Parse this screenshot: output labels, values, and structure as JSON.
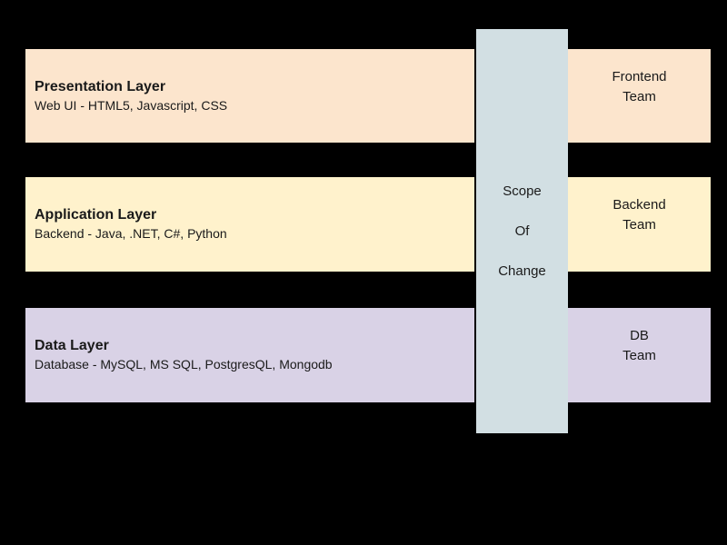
{
  "canvas": {
    "background": "#000000",
    "text_color": "#1a1a1a"
  },
  "layers": [
    {
      "title": "Presentation Layer",
      "subtitle": "Web UI - HTML5, Javascript, CSS",
      "team": "Frontend\nTeam",
      "color": "#FCE5CD"
    },
    {
      "title": "Application Layer",
      "subtitle": "Backend - Java, .NET, C#, Python",
      "team": "Backend\nTeam",
      "color": "#FFF2CC"
    },
    {
      "title": "Data Layer",
      "subtitle": "Database - MySQL, MS SQL, PostgresQL, Mongodb",
      "team": "DB\nTeam",
      "color": "#D9D2E6"
    }
  ],
  "scope_bar": {
    "lines": [
      "Scope",
      "Of",
      "Change"
    ],
    "color": "#D2DFE3"
  }
}
